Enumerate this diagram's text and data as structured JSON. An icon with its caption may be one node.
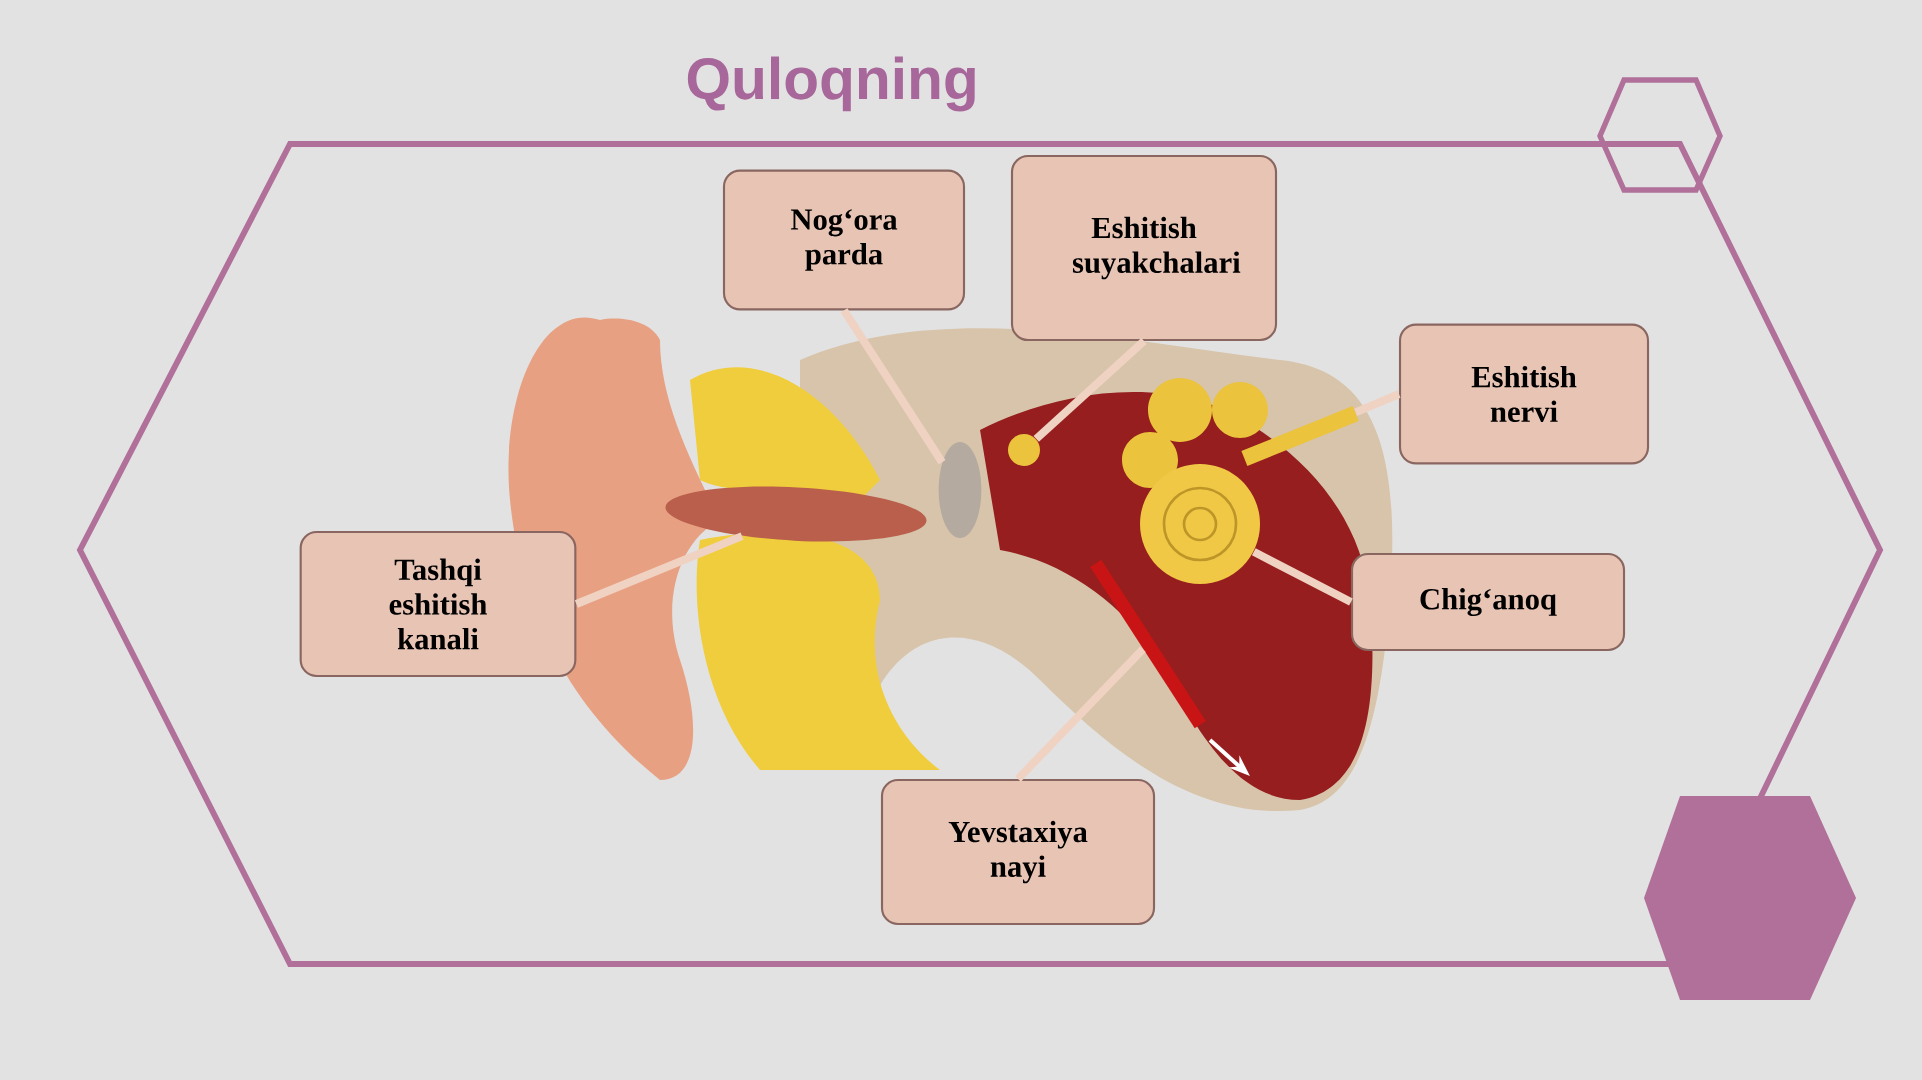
{
  "diagram": {
    "title": "Quloqning",
    "nodes": [
      {
        "text": [
          "Nog‘ora parda"
        ]
      },
      {
        "text": [
          "Eshitish suyakchalari"
        ]
      },
      {
        "text": [
          "Eshitish nervi"
        ]
      },
      {
        "text": [
          "Tashqi eshitish kanali"
        ]
      },
      {
        "text": [
          "Chig‘anoq"
        ]
      },
      {
        "text": [
          "Yevstaxiya nayi"
        ]
      },
      {
        "text": [],
        "shape": "ellipse"
      },
      {
        "text": [],
        "shape": "ellipse"
      },
      {
        "text": [],
        "shape": "circle"
      },
      {
        "text": [],
        "shape": "bar"
      },
      {
        "text": [],
        "shape": "circle"
      },
      {
        "text": [],
        "shape": "bar"
      }
    ],
    "edges": [
      {
        "from": 0,
        "to": 7,
        "arrow": "none"
      },
      {
        "from": 1,
        "to": 8,
        "arrow": "none"
      },
      {
        "from": 2,
        "to": 11,
        "arrow": "none"
      },
      {
        "from": 3,
        "to": 6,
        "arrow": "none"
      },
      {
        "from": 4,
        "to": 10,
        "arrow": "none"
      },
      {
        "from": 5,
        "to": 9,
        "arrow": "none"
      }
    ]
  }
}
